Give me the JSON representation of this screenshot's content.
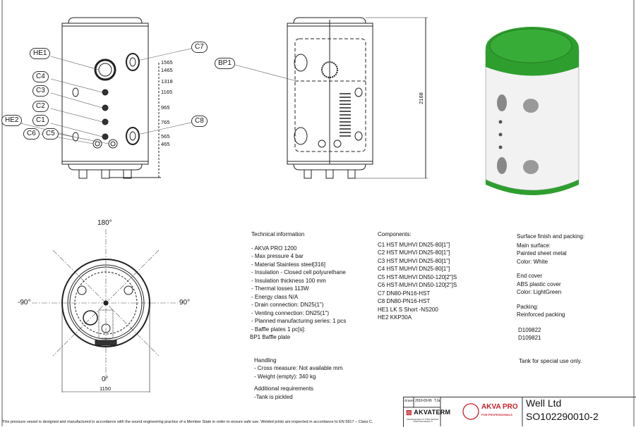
{
  "front_view": {
    "callouts": [
      "HE1",
      "C7",
      "C4",
      "C3",
      "C2",
      "HE2",
      "C1",
      "C6",
      "C5",
      "C8"
    ],
    "dimensions": [
      "1565",
      "1465",
      "1318",
      "1165",
      "965",
      "765",
      "565",
      "465"
    ]
  },
  "side_view": {
    "callouts": [
      "BP1"
    ],
    "height_dimension": "2168"
  },
  "top_view": {
    "angles": {
      "top": "180°",
      "left": "-90°",
      "right": "90°",
      "bottom": "0°"
    },
    "diameter": "1150"
  },
  "colors": {
    "end_cover": "#2e9e2e",
    "tank_body": "#f2f2f2",
    "brand_red": "#c8202a"
  },
  "technical_info": {
    "heading": "Technical information",
    "lines": [
      "- AKVA PRO 1200",
      "- Max pressure 4 bar",
      "- Material Stainless steel[316]",
      "- Insulation - Closed cell polyurethane",
      "- Insulation thickness 100 mm",
      "- Thermal losses 113W",
      "- Energy class N/A",
      "- Drain connection: DN25(1\")",
      "- Venting connection: DN25(1\")",
      "- Planned manufacturing series: 1 pcs",
      "- Baffle plates 1 pc[s]:",
      "BP1 Baffle plate"
    ],
    "handling_heading": "Handling",
    "handling": [
      "- Cross measure: Not available mm",
      "- Weight (empty):  340 kg"
    ],
    "additional_heading": "Additional requirements",
    "additional": [
      "-Tank is pickled"
    ]
  },
  "components": {
    "heading": "Components:",
    "lines": [
      "C1 HST MUHVI DN25-80[1\"]",
      "C2 HST MUHVI DN25-80[1\"]",
      "C3 HST MUHVI DN25-80[1\"]",
      "C4 HST MUHVI DN25-80[1\"]",
      "C5 HST-MUHVI DN50-120[2\"]S",
      "C6 HST-MUHVI DN50-120[2\"]S",
      "C7 DN80-PN16-HST",
      "C8 DN80-PN16-HST",
      "HE1 LK S Short -NS200",
      "HE2 KKP30A"
    ]
  },
  "surface": {
    "heading": "Surface finish and packing:",
    "main_lines": [
      "Main surface:",
      "Painted sheet metal",
      "Color: White"
    ],
    "cover_lines": [
      "End cover",
      "ABS plastic cover",
      "Color: LightGreen"
    ],
    "packing_lines": [
      "Packing:",
      "Reinforced packing"
    ],
    "codes": [
      "D109822",
      "D109821"
    ],
    "note": "Tank for special use only."
  },
  "title_block": {
    "drawn_label": "Drawn",
    "date": "2019-03-06",
    "initials": "TJa",
    "company_logo": "AKVATERM",
    "company_address": "Kopparbergsvägen 21, 67100 Jakobstad, Finland  www.akvaterm.fi",
    "product_logo": "AKVA PRO",
    "product_logo_sub": "FOR PROFESSIONALS",
    "customer": "Well Ltd",
    "order_number": "SO102290010-2"
  },
  "footer": "This pressure vessel is designed and manufactured in accordance with the sound engineering practice of a Member State in order to ensure safe use. Welded joints are inspected in accordance to EN 5817 – Class C."
}
